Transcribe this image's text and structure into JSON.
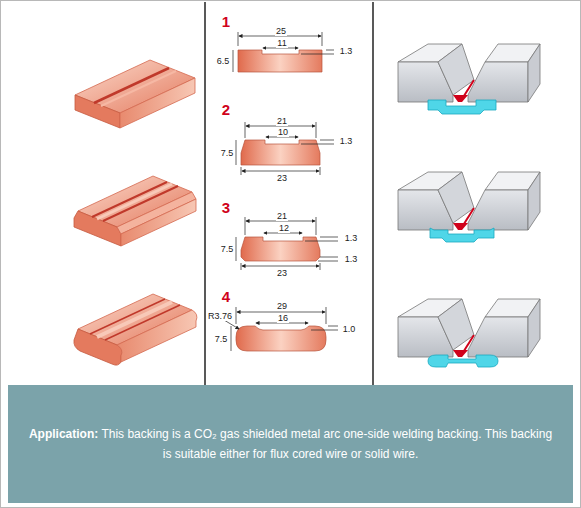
{
  "diagram": {
    "nodes": [
      {
        "text": [
          "Application:",
          "This backing is a CO₂ gas shielded metal arc one-side welding backing. This backing is suitable either for flux cored wire or solid wire."
        ]
      }
    ],
    "labels": [
      "1",
      "25",
      "11",
      "6.5",
      "1.3",
      "2",
      "21",
      "10",
      "7.5",
      "1.3",
      "23",
      "3",
      "21",
      "12",
      "7.5",
      "1.3",
      "1.3",
      "23",
      "4",
      "R3.76",
      "29",
      "16",
      "7.5",
      "1.0"
    ]
  }
}
